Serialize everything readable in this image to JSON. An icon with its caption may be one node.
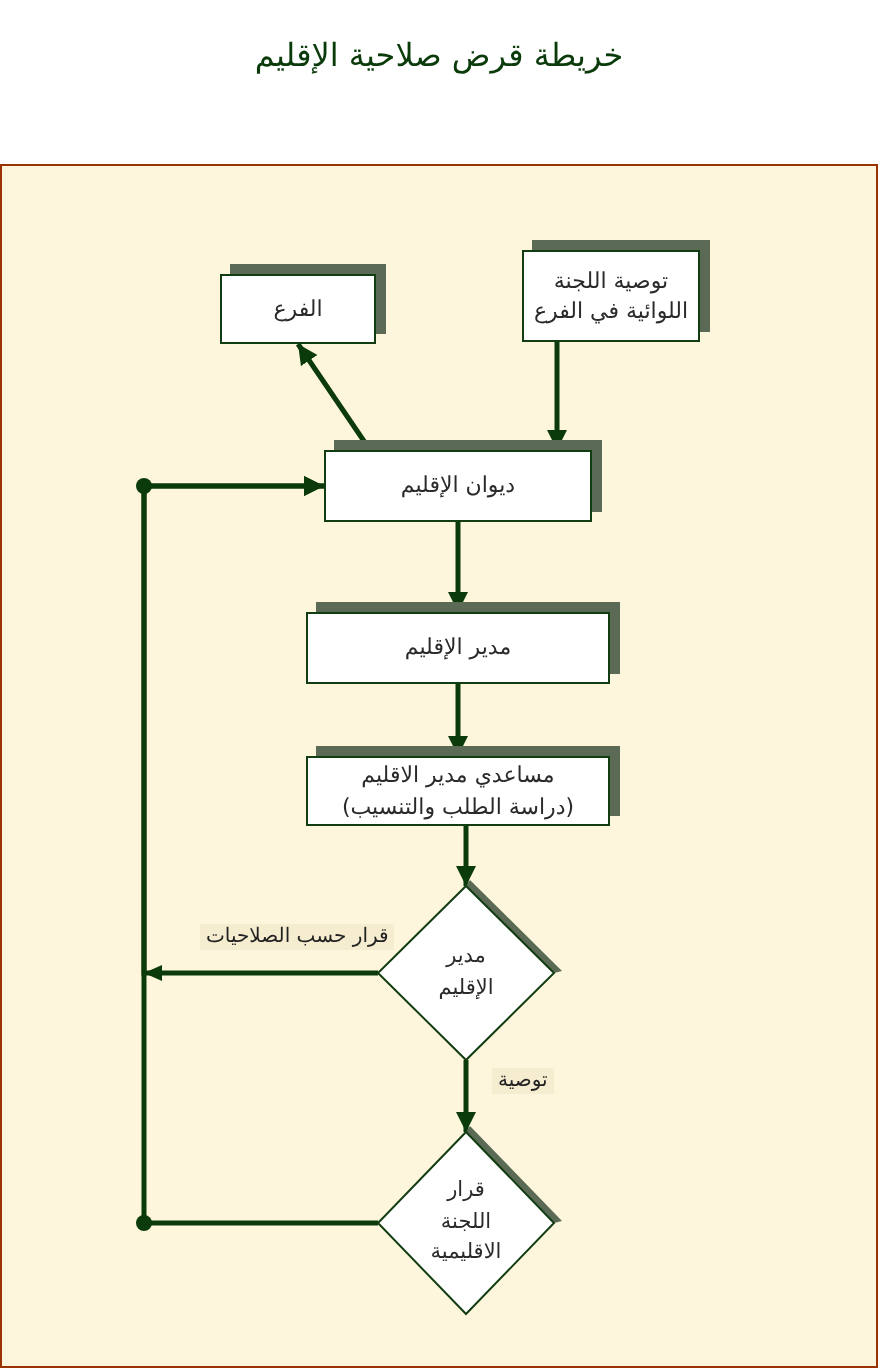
{
  "diagram": {
    "title": "خريطة قرض صلاحية الإقليم",
    "nodes": [
      {
        "text": [
          "الفرع"
        ]
      },
      {
        "text": [
          "توصية اللجنة اللوائية في الفرع"
        ]
      },
      {
        "text": [
          "ديوان الإقليم"
        ]
      },
      {
        "text": [
          "مدير الإقليم"
        ]
      },
      {
        "text": [
          "مساعدي مدير الاقليم",
          "(دراسة الطلب والتنسيب)"
        ]
      },
      {
        "text": [
          "مدير الإقليم"
        ]
      },
      {
        "text": [
          "قرار اللجنة الاقليمية"
        ]
      }
    ],
    "edges": [
      {
        "from": 2,
        "to": 0,
        "arrow": "to"
      },
      {
        "from": 1,
        "to": 2,
        "arrow": "to"
      },
      {
        "from": 2,
        "to": 3,
        "arrow": "to"
      },
      {
        "from": 3,
        "to": 4,
        "arrow": "to"
      },
      {
        "from": 4,
        "to": 5,
        "arrow": "to"
      },
      {
        "from": 5,
        "to": 2,
        "arrow": "to",
        "label": "قرار حسب الصلاحيات"
      },
      {
        "from": 5,
        "to": 6,
        "arrow": "to",
        "label": "توصية"
      },
      {
        "from": 6,
        "to": 2,
        "arrow": "to"
      }
    ]
  }
}
